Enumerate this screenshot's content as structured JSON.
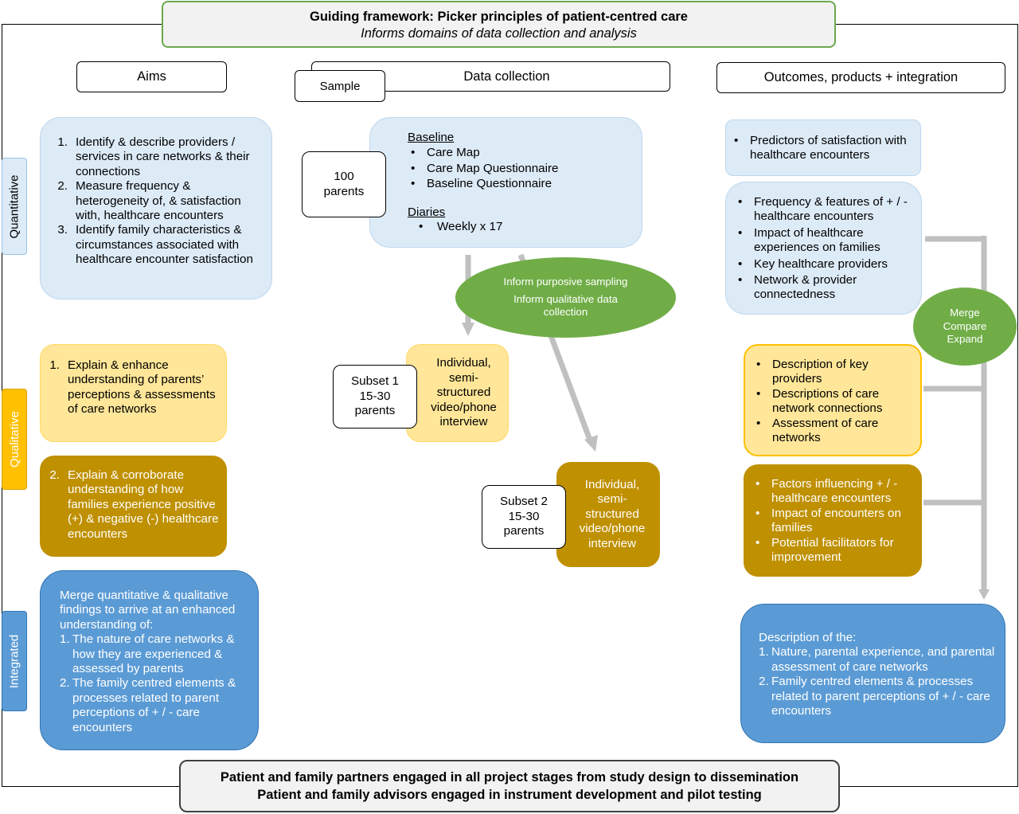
{
  "top_banner": {
    "title": "Guiding framework: Picker principles of patient-centred care",
    "subtitle": "Informs domains of data collection and analysis"
  },
  "headers": {
    "aims": "Aims",
    "sample": "Sample",
    "data_collection": "Data collection",
    "outcomes": "Outcomes, products + integration"
  },
  "side_labels": {
    "quantitative": "Quantitative",
    "qualitative": "Qualitative",
    "integrated": "Integrated"
  },
  "aims": {
    "quantitative": [
      "Identify & describe providers / services in care networks & their connections",
      "Measure frequency & heterogeneity of, & satisfaction with, healthcare encounters",
      "Identify family characteristics & circumstances associated with healthcare encounter satisfaction"
    ],
    "qualitative_1": [
      "Explain & enhance understanding of parents’ perceptions & assessments of care networks"
    ],
    "qualitative_2": [
      "Explain & corroborate understanding of how families experience positive (+) & negative (-) healthcare encounters"
    ],
    "integrated": {
      "intro": "Merge quantitative & qualitative findings to arrive at an enhanced understanding of:",
      "items": [
        "The nature of care networks & how they are experienced & assessed by parents",
        "The family centred elements & processes related to parent perceptions of + / - care encounters"
      ]
    }
  },
  "data_collection": {
    "baseline_heading": "Baseline",
    "baseline_items": [
      "Care Map",
      "Care Map Questionnaire",
      "Baseline Questionnaire"
    ],
    "diaries_heading": "Diaries",
    "diaries_items": [
      "Weekly x 17"
    ],
    "sample_main": {
      "count": "100",
      "label": "parents"
    },
    "subset1": {
      "name": "Subset 1",
      "range": "15-30",
      "label": "parents"
    },
    "subset2": {
      "name": "Subset 2",
      "range": "15-30",
      "label": "parents"
    },
    "interview1": [
      "Individual,",
      "semi-",
      "structured",
      "video/phone",
      "interview"
    ],
    "interview2": [
      "Individual,",
      "semi-",
      "structured",
      "video/phone",
      "interview"
    ],
    "ellipse": {
      "line1": "Inform purposive sampling",
      "line2": "Inform qualitative data",
      "line3": "collection"
    }
  },
  "outcomes": {
    "predictors": [
      "Predictors of satisfaction with healthcare encounters"
    ],
    "quant_list": [
      "Frequency & features of + / - healthcare encounters",
      "Impact of healthcare experiences on families",
      "Key healthcare providers",
      "Network & provider connectedness"
    ],
    "qual_list_1": [
      "Description of key providers",
      "Descriptions of care network connections",
      "Assessment of care networks"
    ],
    "qual_list_2": [
      "Factors influencing + / - healthcare encounters",
      "Impact of encounters on families",
      "Potential facilitators for improvement"
    ],
    "merge": {
      "line1": "Merge",
      "line2": "Compare",
      "line3": "Expand"
    },
    "integrated": {
      "intro": "Description of the:",
      "items": [
        "Nature, parental experience, and parental assessment of care networks",
        "Family centred elements & processes related to parent perceptions of + / - care encounters"
      ]
    }
  },
  "bottom_banner": {
    "line1": "Patient and family partners engaged in all project stages from study design to dissemination",
    "line2": "Patient and family advisors engaged in instrument development and pilot testing"
  }
}
